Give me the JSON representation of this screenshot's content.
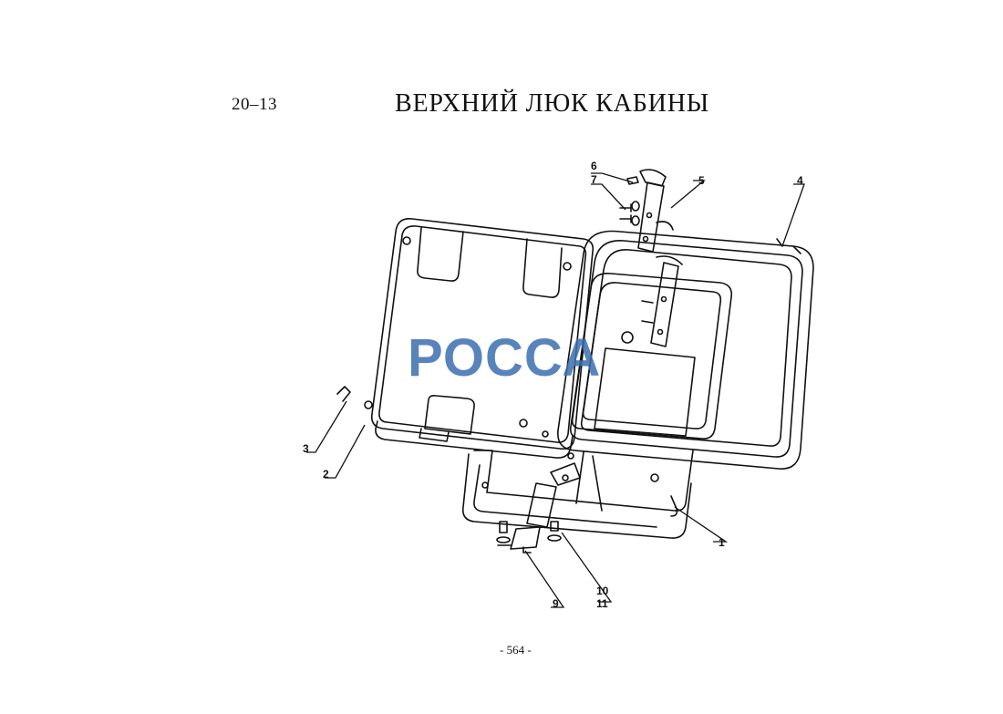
{
  "header": {
    "section_code": "20–13",
    "title": "ВЕРХНИЙ ЛЮК КАБИНЫ"
  },
  "watermark": {
    "text": "РОССА",
    "color": "#3b6fb0"
  },
  "callouts": [
    "1",
    "2",
    "3",
    "4",
    "5",
    "6",
    "7",
    "9",
    "10",
    "11"
  ],
  "footer": {
    "page_number": "- 564 -"
  }
}
